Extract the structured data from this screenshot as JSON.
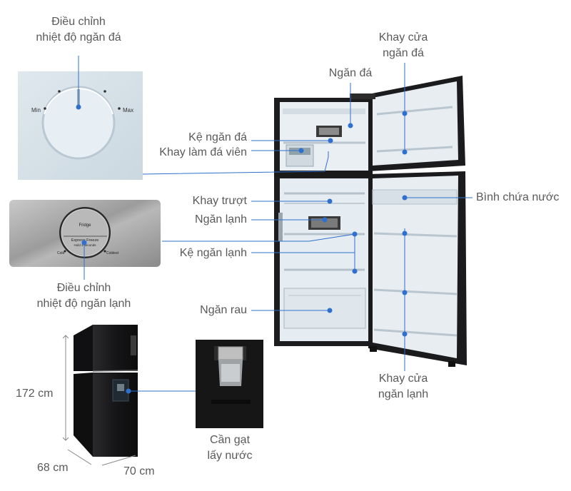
{
  "labels": {
    "ice_temp_control": [
      "Điều chỉnh",
      "nhiệt độ ngăn đá"
    ],
    "freezer_door_tray": [
      "Khay cửa",
      "ngăn đá"
    ],
    "freezer": "Ngăn đá",
    "freezer_shelf": "Kệ ngăn đá",
    "ice_tray": "Khay làm đá viên",
    "sliding_tray": "Khay trượt",
    "water_tank": "Bình chứa nước",
    "fridge": "Ngăn lạnh",
    "fridge_shelf": "Kệ ngăn lạnh",
    "fridge_temp_control": [
      "Điều chỉnh",
      "nhiệt độ ngăn lạnh"
    ],
    "crisper": "Ngăn rau",
    "fridge_door_tray": [
      "Khay cửa",
      "ngăn lạnh"
    ],
    "water_lever": [
      "Cần gạt",
      "lấy nước"
    ]
  },
  "dial_freezer": {
    "min": "Min",
    "max": "Max"
  },
  "dial_fridge": {
    "title": "Fridge",
    "mode": "Express Freeze",
    "hint": "Hold 3 seconds",
    "cold": "Cold",
    "coldest": "Coldest"
  },
  "dimensions": {
    "height": "172 cm",
    "depth": "68 cm",
    "width": "70 cm"
  },
  "colors": {
    "accent": "#2f6fce",
    "fridge_body": "#1c1c1e",
    "interior": "#e8eef3"
  }
}
